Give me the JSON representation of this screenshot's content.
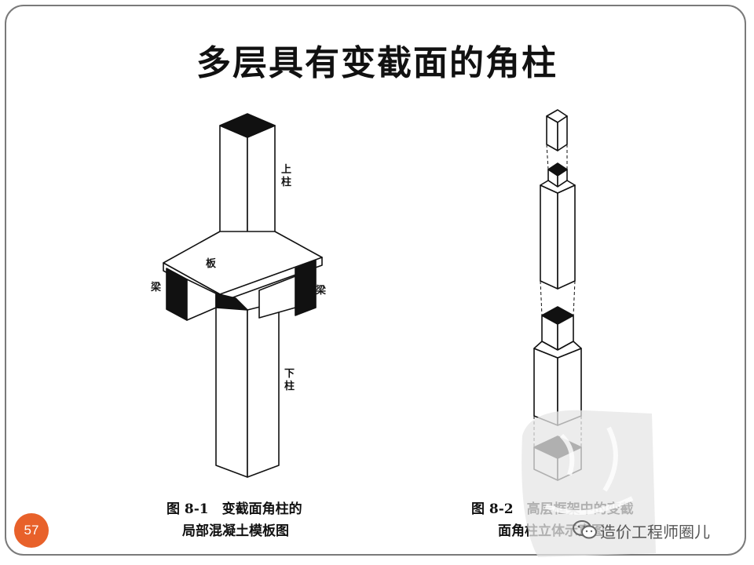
{
  "title": "多层具有变截面的角柱",
  "figure_left": {
    "labels": {
      "upper_column": [
        "上",
        "柱"
      ],
      "slab": "板",
      "beam_left": "梁",
      "beam_right": "梁",
      "lower_column": [
        "下",
        "柱"
      ]
    },
    "caption_line1": "图 8-1　变截面角柱的",
    "caption_line2": "局部混凝土模板图"
  },
  "figure_right": {
    "caption_line1": "图 8-2　高层框架中的变截",
    "caption_line2": "面角柱立体示意图"
  },
  "page_number": "57",
  "watermark": {
    "text": "造价工程师圈儿",
    "icon": "wechat-icon"
  },
  "colors": {
    "badge": "#e8612a",
    "frame": "#7a7a7a",
    "ink": "#111111"
  }
}
